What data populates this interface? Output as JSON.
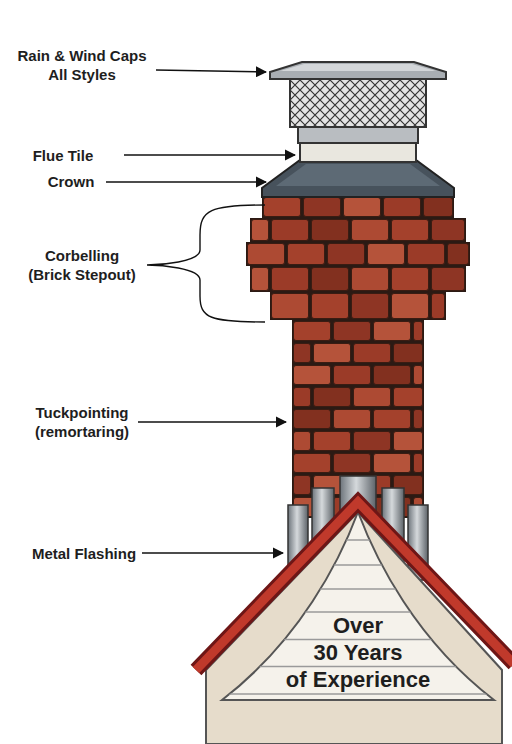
{
  "diagram": {
    "labels": [
      "Rain & Wind Caps All Styles",
      "Flue Tile",
      "Crown",
      "Corbelling (Brick Stepout)",
      "Tuckpointing (remortaring)",
      "Metal Flashing",
      "Over",
      "30 Years",
      "of Experience"
    ]
  }
}
